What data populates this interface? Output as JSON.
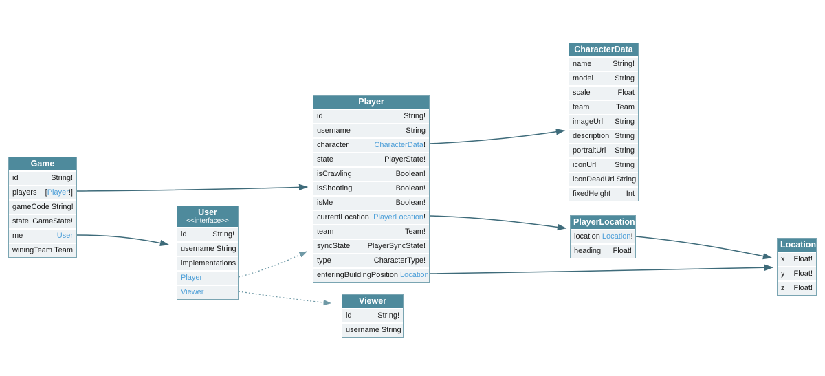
{
  "diagram": {
    "colors": {
      "background": "#ffffff",
      "header_bg": "#4e8a9c",
      "header_text": "#ffffff",
      "row_bg": "#eef2f4",
      "row_border": "#7aa5b2",
      "separator": "#ffffff",
      "text": "#1c1c1c",
      "link": "#4d9fd8",
      "arrow": "#3e6b7a",
      "arrow_dotted": "#6f99a6"
    },
    "tables": [
      {
        "id": "game",
        "title": "Game",
        "fields": [
          {
            "name": "id",
            "type": "String!"
          },
          {
            "name": "players",
            "type": "[Player!]",
            "link": "Player"
          },
          {
            "name": "gameCode",
            "type": "String!"
          },
          {
            "name": "state",
            "type": "GameState!"
          },
          {
            "name": "me",
            "type": "User",
            "link": "User"
          },
          {
            "name": "winingTeam",
            "type": "Team"
          }
        ]
      },
      {
        "id": "user",
        "title": "User",
        "subtitle": "<<interface>>",
        "fields": [
          {
            "name": "id",
            "type": "String!"
          },
          {
            "name": "username",
            "type": "String"
          },
          {
            "name": "implementations",
            "type": ""
          },
          {
            "name": "Player",
            "type": "",
            "name_link": true
          },
          {
            "name": "Viewer",
            "type": "",
            "name_link": true
          }
        ]
      },
      {
        "id": "player",
        "title": "Player",
        "fields": [
          {
            "name": "id",
            "type": "String!"
          },
          {
            "name": "username",
            "type": "String"
          },
          {
            "name": "character",
            "type": "CharacterData!",
            "link": "CharacterData"
          },
          {
            "name": "state",
            "type": "PlayerState!"
          },
          {
            "name": "isCrawling",
            "type": "Boolean!"
          },
          {
            "name": "isShooting",
            "type": "Boolean!"
          },
          {
            "name": "isMe",
            "type": "Boolean!"
          },
          {
            "name": "currentLocation",
            "type": "PlayerLocation!",
            "link": "PlayerLocation"
          },
          {
            "name": "team",
            "type": "Team!"
          },
          {
            "name": "syncState",
            "type": "PlayerSyncState!"
          },
          {
            "name": "type",
            "type": "CharacterType!"
          },
          {
            "name": "enteringBuildingPosition",
            "type": "Location",
            "link": "Location"
          }
        ]
      },
      {
        "id": "viewer",
        "title": "Viewer",
        "fields": [
          {
            "name": "id",
            "type": "String!"
          },
          {
            "name": "username",
            "type": "String"
          }
        ]
      },
      {
        "id": "characterData",
        "title": "CharacterData",
        "fields": [
          {
            "name": "name",
            "type": "String!"
          },
          {
            "name": "model",
            "type": "String"
          },
          {
            "name": "scale",
            "type": "Float"
          },
          {
            "name": "team",
            "type": "Team"
          },
          {
            "name": "imageUrl",
            "type": "String"
          },
          {
            "name": "description",
            "type": "String"
          },
          {
            "name": "portraitUrl",
            "type": "String"
          },
          {
            "name": "iconUrl",
            "type": "String"
          },
          {
            "name": "iconDeadUrl",
            "type": "String"
          },
          {
            "name": "fixedHeight",
            "type": "Int"
          }
        ]
      },
      {
        "id": "playerLocation",
        "title": "PlayerLocation",
        "fields": [
          {
            "name": "location",
            "type": "Location!",
            "link": "Location"
          },
          {
            "name": "heading",
            "type": "Float!"
          }
        ]
      },
      {
        "id": "location",
        "title": "Location",
        "fields": [
          {
            "name": "x",
            "type": "Float!"
          },
          {
            "name": "y",
            "type": "Float!"
          },
          {
            "name": "z",
            "type": "Float!"
          }
        ]
      }
    ],
    "edges": [
      {
        "id": "game-players",
        "from": "Game.players",
        "to": "Player",
        "style": "solid"
      },
      {
        "id": "game-me",
        "from": "Game.me",
        "to": "User",
        "style": "solid"
      },
      {
        "id": "player-character",
        "from": "Player.character",
        "to": "CharacterData",
        "style": "solid"
      },
      {
        "id": "player-currentlocation",
        "from": "Player.currentLocation",
        "to": "PlayerLocation",
        "style": "solid"
      },
      {
        "id": "player-enteringbuildingposition",
        "from": "Player.enteringBuildingPosition",
        "to": "Location",
        "style": "solid"
      },
      {
        "id": "playerlocation-location",
        "from": "PlayerLocation.location",
        "to": "Location",
        "style": "solid"
      },
      {
        "id": "user-impl-player",
        "from": "User.Player",
        "to": "Player",
        "style": "dotted"
      },
      {
        "id": "user-impl-viewer",
        "from": "User.Viewer",
        "to": "Viewer",
        "style": "dotted"
      }
    ]
  }
}
